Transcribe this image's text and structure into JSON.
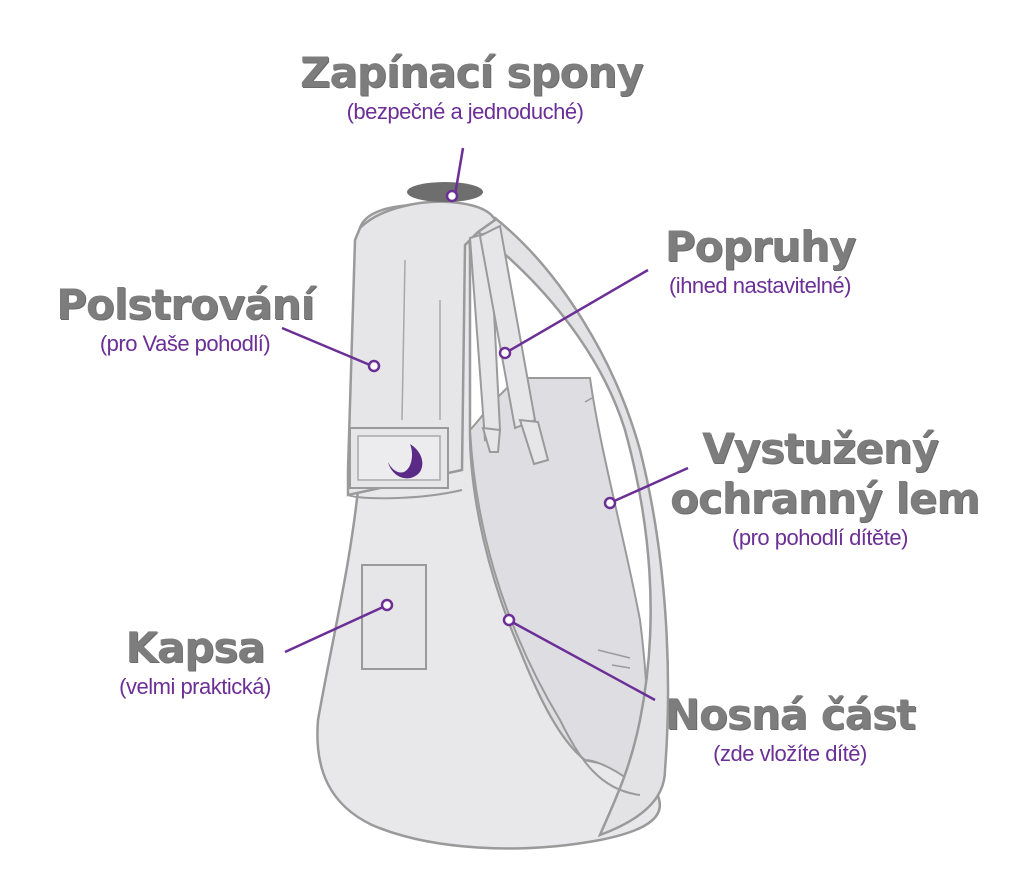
{
  "colors": {
    "title_gray": "#7d7d7d",
    "subtitle_purple": "#6b2f96",
    "sling_fill": "#e8e8ea",
    "sling_outline": "#9a9a9a",
    "leader_line": "#6b2f96",
    "buckle": "#6e6e6e",
    "logo_moon": "#5b2a86"
  },
  "labels": {
    "zapinaci": {
      "title": "Zapínací spony",
      "subtitle": "(bezpečné a jednoduché)"
    },
    "popruhy": {
      "title": "Popruhy",
      "subtitle": "(ihned nastavitelné)"
    },
    "polstrovani": {
      "title": "Polstrování",
      "subtitle": "(pro Vaše pohodlí)"
    },
    "vystuzeny": {
      "title_line1": "Vystužený",
      "title_line2": "ochranný lem",
      "subtitle": "(pro pohodlí dítěte)"
    },
    "kapsa": {
      "title": "Kapsa",
      "subtitle": "(velmi praktická)"
    },
    "nosna": {
      "title": "Nosná část",
      "subtitle": "(zde vložíte dítě)"
    }
  },
  "icons": {
    "logo": "crescent-moon-icon"
  }
}
